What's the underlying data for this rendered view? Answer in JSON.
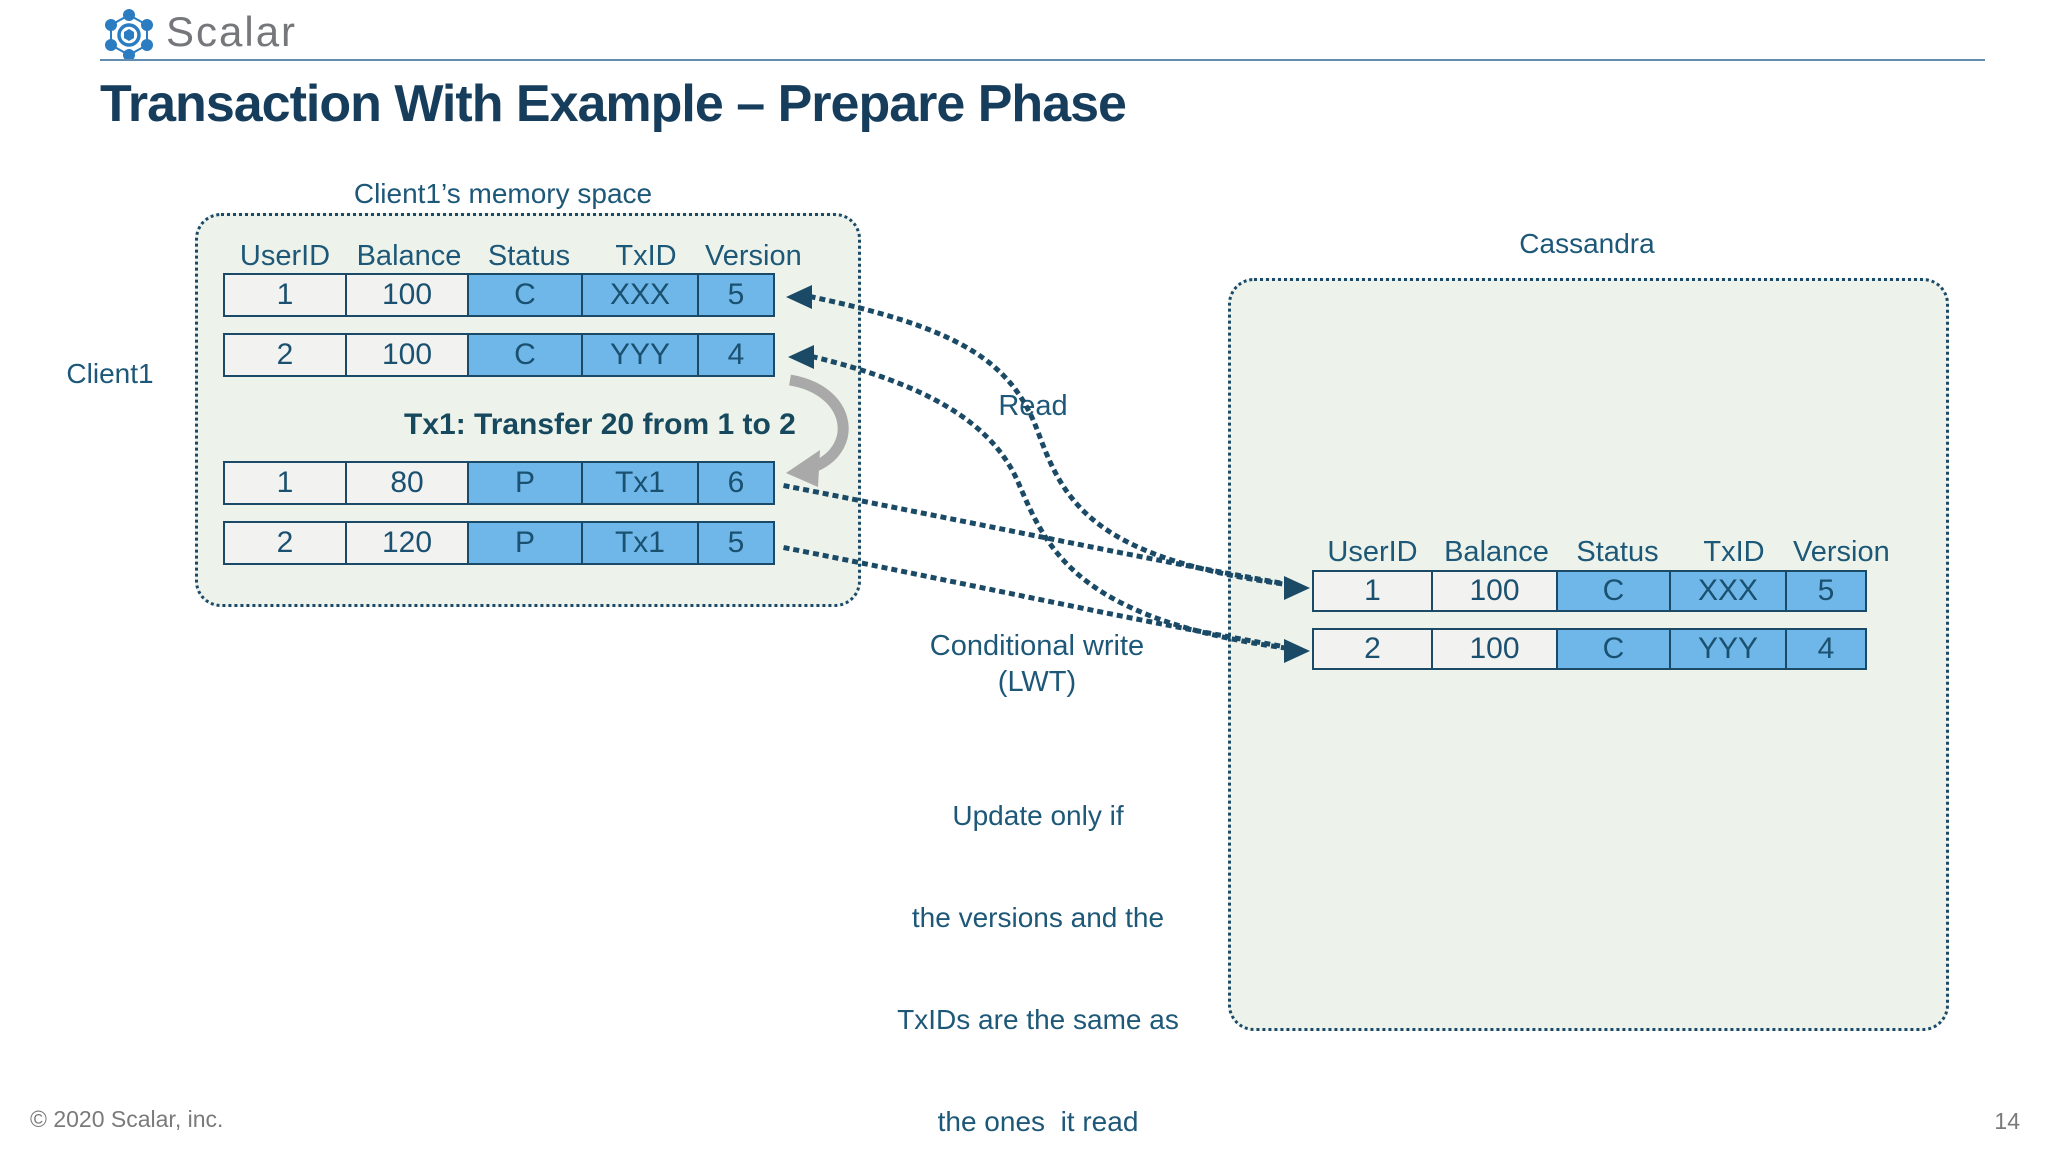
{
  "header": {
    "logo_text": "Scalar",
    "title": "Transaction With Example – Prepare Phase"
  },
  "client": {
    "label": "Client1",
    "box_label": "Client1’s memory space",
    "table": {
      "headers": [
        "UserID",
        "Balance",
        "Status",
        "TxID",
        "Version"
      ],
      "rows_before": [
        [
          "1",
          "100",
          "C",
          "XXX",
          "5"
        ],
        [
          "2",
          "100",
          "C",
          "YYY",
          "4"
        ]
      ],
      "transaction_label": "Tx1: Transfer 20 from 1 to 2",
      "rows_after": [
        [
          "1",
          "80",
          "P",
          "Tx1",
          "6"
        ],
        [
          "2",
          "120",
          "P",
          "Tx1",
          "5"
        ]
      ]
    }
  },
  "cassandra": {
    "box_label": "Cassandra",
    "table": {
      "headers": [
        "UserID",
        "Balance",
        "Status",
        "TxID",
        "Version"
      ],
      "rows": [
        [
          "1",
          "100",
          "C",
          "XXX",
          "5"
        ],
        [
          "2",
          "100",
          "C",
          "YYY",
          "4"
        ]
      ]
    }
  },
  "annotations": {
    "read_label": "Read",
    "conditional_write_label": "Conditional write",
    "lwt_label": "(LWT)",
    "update_note_lines": [
      "Update only if",
      "the versions and the",
      "TxIDs are the same as",
      "the ones  it read"
    ]
  },
  "footer": {
    "copyright": "© 2020 Scalar, inc.",
    "page_number": "14"
  },
  "colors": {
    "navy": "#1b4a68",
    "label_text": "#1d5878",
    "title_text": "#173d5c",
    "cell_blue": "#6fb7e9",
    "cell_light": "#f2f2f1",
    "box_background": "#edf3ea",
    "divider_blue": "#628cb0",
    "footer_gray": "#7a7a7a",
    "logo_blue": "#2b7cc1",
    "arrow_gray": "#a9a9a9"
  }
}
